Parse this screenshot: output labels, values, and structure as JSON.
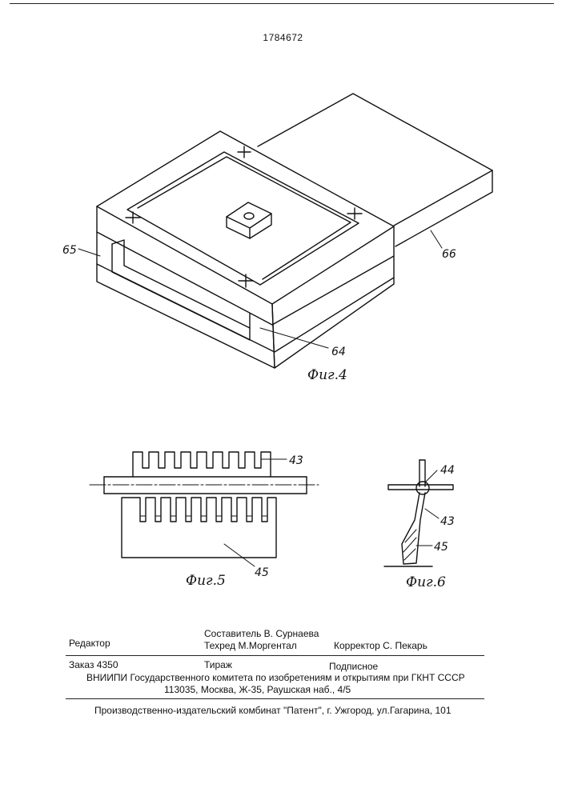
{
  "patent_number": "1784672",
  "figures": {
    "fig4": {
      "caption": "Фиг.4",
      "labels": {
        "l65": "65",
        "l66": "66",
        "l64": "64"
      }
    },
    "fig5": {
      "caption": "Фиг.5",
      "labels": {
        "l43": "43",
        "l45": "45"
      }
    },
    "fig6": {
      "caption": "Фиг.6",
      "labels": {
        "l44": "44",
        "l43": "43",
        "l45": "45"
      }
    }
  },
  "imprint": {
    "editor": "Редактор",
    "compiler": "Составитель  В. Сурнаева",
    "techred": "Техред М.Моргентал",
    "corrector": "Корректор  С. Пекарь",
    "order": "Заказ  4350",
    "circulation": "Тираж",
    "subscription": "Подписное",
    "vniipi": "ВНИИПИ Государственного комитета по изобретениям и открытиям при ГКНТ СССР",
    "address": "113035, Москва, Ж-35, Раушская наб., 4/5",
    "publisher": "Производственно-издательский комбинат \"Патент\", г. Ужгород, ул.Гагарина, 101"
  }
}
